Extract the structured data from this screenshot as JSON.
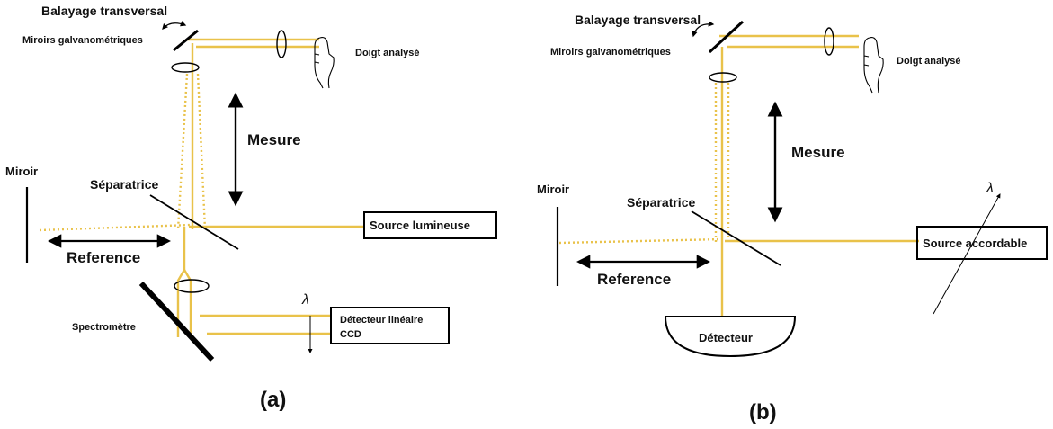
{
  "panel_a": {
    "transverse_scan": "Balayage transversal",
    "galvo_mirrors": "Miroirs galvanométriques",
    "finger": "Doigt analysé",
    "measure": "Mesure",
    "mirror": "Miroir",
    "splitter": "Séparatrice",
    "reference": "Reference",
    "source": "Source lumineuse",
    "lambda": "λ",
    "detector_line1": "Détecteur linéaire",
    "detector_line2": "CCD",
    "spectrometer": "Spectromètre",
    "caption": "(a)"
  },
  "panel_b": {
    "transverse_scan": "Balayage transversal",
    "galvo_mirrors": "Miroirs galvanométriques",
    "finger": "Doigt analysé",
    "measure": "Mesure",
    "mirror": "Miroir",
    "splitter": "Séparatrice",
    "reference": "Reference",
    "source": "Source accordable",
    "lambda": "λ",
    "detector": "Détecteur",
    "caption": "(b)"
  },
  "colors": {
    "beam": "#e9c24a",
    "ink": "#000000"
  }
}
